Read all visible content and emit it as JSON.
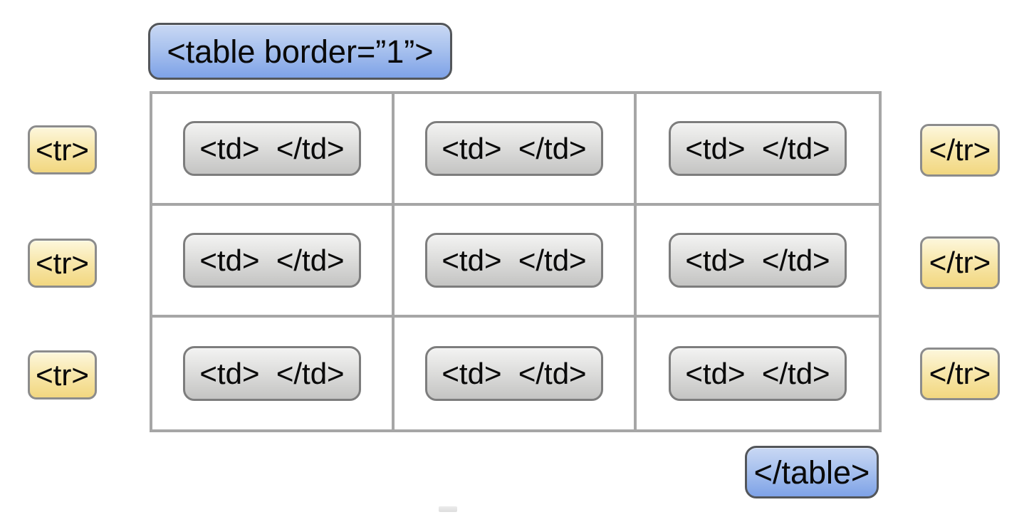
{
  "diagram": {
    "table_open_label": "<table border=”1”>",
    "table_close_label": "</table>",
    "rows": [
      {
        "open": "<tr>",
        "close": "</tr>",
        "cells": [
          "<td>  </td>",
          "<td>  </td>",
          "<td>  </td>"
        ]
      },
      {
        "open": "<tr>",
        "close": "</tr>",
        "cells": [
          "<td>  </td>",
          "<td>  </td>",
          "<td>  </td>"
        ]
      },
      {
        "open": "<tr>",
        "close": "</tr>",
        "cells": [
          "<td>  </td>",
          "<td>  </td>",
          "<td>  </td>"
        ]
      }
    ],
    "colors": {
      "table_tag_top": "#c9d8f4",
      "table_tag_bottom": "#7ea2e7",
      "tr_tag_top": "#fdf7dc",
      "tr_tag_bottom": "#f2d780",
      "td_tag_top": "#f3f3f2",
      "td_tag_bottom": "#c4c4c3",
      "grid_border": "#a6a6a6"
    }
  }
}
